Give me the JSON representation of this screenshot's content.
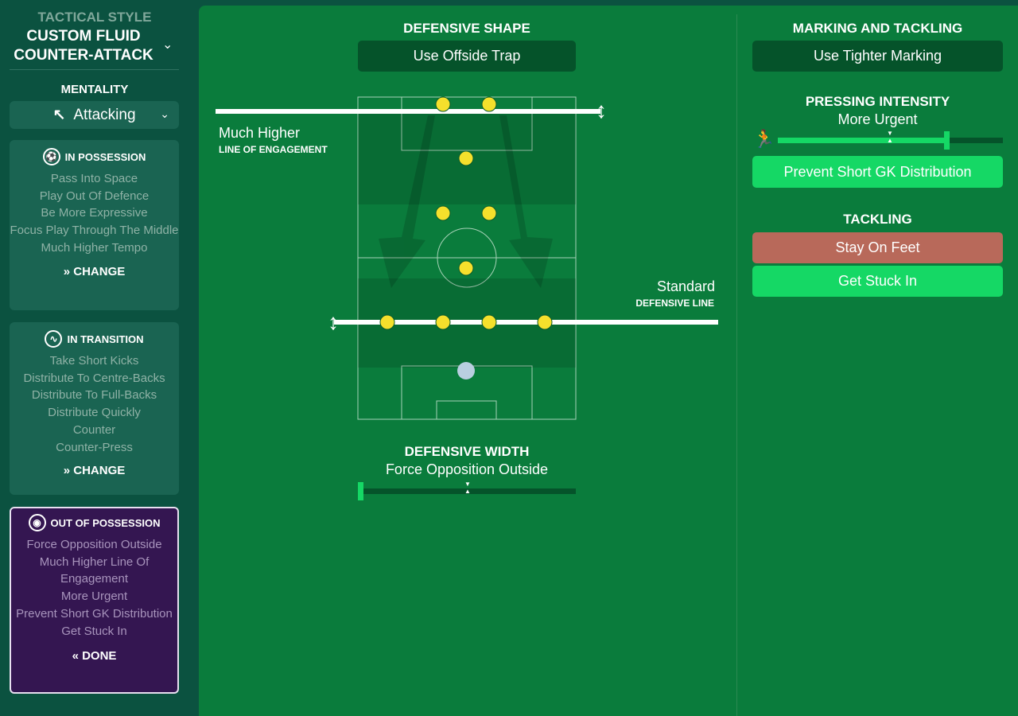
{
  "sidebar": {
    "tactical_style_label": "TACTICAL STYLE",
    "tactical_style": "CUSTOM FLUID COUNTER-ATTACK",
    "mentality_label": "MENTALITY",
    "mentality": "Attacking",
    "in_possession": {
      "title": "IN POSSESSION",
      "items": [
        "Pass Into Space",
        "Play Out Of Defence",
        "Be More Expressive",
        "Focus Play Through The Middle",
        "Much Higher Tempo"
      ],
      "action": "CHANGE"
    },
    "in_transition": {
      "title": "IN TRANSITION",
      "items": [
        "Take Short Kicks",
        "Distribute To Centre-Backs",
        "Distribute To Full-Backs",
        "Distribute Quickly",
        "Counter",
        "Counter-Press"
      ],
      "action": "CHANGE"
    },
    "out_of_possession": {
      "title": "OUT OF POSSESSION",
      "items": [
        "Force Opposition Outside",
        "Much Higher Line Of Engagement",
        "More Urgent",
        "Prevent Short GK Distribution",
        "Get Stuck In"
      ],
      "action": "DONE"
    }
  },
  "defensive_shape": {
    "title": "DEFENSIVE SHAPE",
    "offside_trap": "Use Offside Trap",
    "line_of_engagement": {
      "value": "Much Higher",
      "label": "LINE OF ENGAGEMENT"
    },
    "defensive_line": {
      "value": "Standard",
      "label": "DEFENSIVE LINE"
    }
  },
  "defensive_width": {
    "title": "DEFENSIVE WIDTH",
    "value": "Force Opposition Outside",
    "level": 0.0
  },
  "marking": {
    "title": "MARKING AND TACKLING",
    "button": "Use Tighter Marking"
  },
  "pressing": {
    "title": "PRESSING INTENSITY",
    "value": "More Urgent",
    "level": 0.75,
    "button": "Prevent Short GK Distribution"
  },
  "tackling": {
    "title": "TACKLING",
    "options": [
      "Stay On Feet",
      "Get Stuck In"
    ]
  },
  "colors": {
    "player": "#f5e02c",
    "goalkeeper": "#b9cfe0",
    "accent": "#15d865"
  }
}
